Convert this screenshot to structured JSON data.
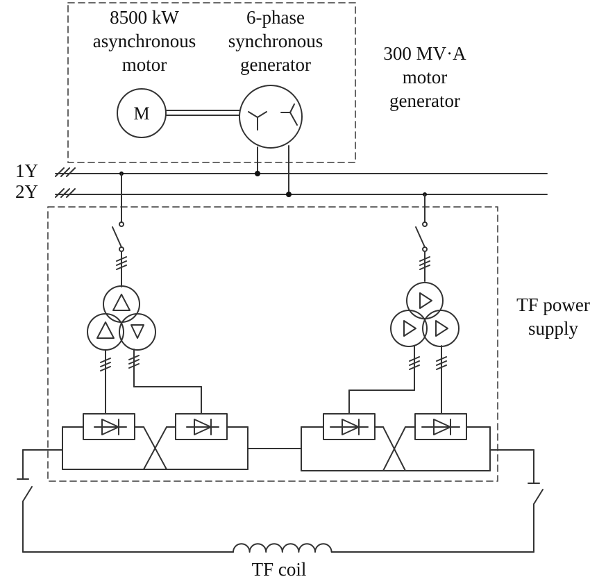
{
  "motor_label": {
    "line1": "8500 kW",
    "line2": "asynchronous",
    "line3": "motor"
  },
  "generator_label": {
    "line1": "6-phase",
    "line2": "synchronous",
    "line3": "generator"
  },
  "mg_set_label": {
    "line1": "300 MV·A",
    "line2": "motor",
    "line3": "generator"
  },
  "motor_symbol": "M",
  "bus1_label": "1Y",
  "bus2_label": "2Y",
  "tf_supply_label": {
    "line1": "TF power",
    "line2": "supply"
  },
  "tf_coil_label": "TF coil",
  "colors": {
    "line": "#333333",
    "dash": "#555555"
  }
}
